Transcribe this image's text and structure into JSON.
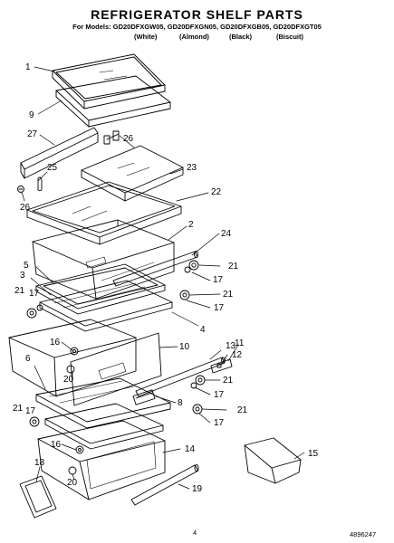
{
  "header": {
    "title": "REFRIGERATOR SHELF PARTS",
    "models": "For Models: GD20DFXGW05, GD20DFXGN05, GD20DFXGB05, GD20DFXGT05",
    "colors": [
      "(White)",
      "(Almond)",
      "(Black)",
      "(Biscuit)"
    ]
  },
  "callouts": {
    "c1": "1",
    "c9": "9",
    "c27": "27",
    "c26a": "26",
    "c25": "25",
    "c26b": "26",
    "c23": "23",
    "c22": "22",
    "c2": "2",
    "c24": "24",
    "c21a": "21",
    "c5": "5",
    "c3": "3",
    "c17a": "17",
    "c21b": "21",
    "c17b": "17",
    "c21c": "21",
    "c17c": "17",
    "c4": "4",
    "c16a": "16",
    "c10": "10",
    "c13": "13",
    "c11": "11",
    "c12": "12",
    "c6": "6",
    "c20a": "20",
    "c21d": "21",
    "c17d": "17",
    "c8": "8",
    "c21e": "21",
    "c17e": "17",
    "c21f": "21",
    "c17f": "17",
    "c16b": "16",
    "c14": "14",
    "c15": "15",
    "c18": "18",
    "c20b": "20",
    "c19": "19"
  },
  "footer": {
    "page": "4",
    "doc_number": "4896247"
  }
}
